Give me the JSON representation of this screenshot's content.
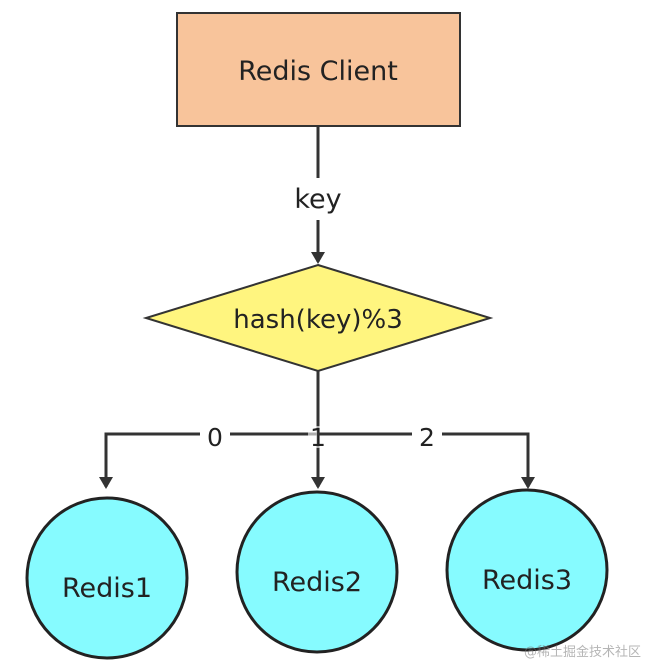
{
  "diagram": {
    "client": {
      "label": "Redis Client",
      "fill": "#f8c49b",
      "stroke": "#333333"
    },
    "hash_node": {
      "label": "hash(key)%3",
      "fill": "#fff57f",
      "stroke": "#333333"
    },
    "edge_labels": {
      "key": "key",
      "branch0": "0",
      "branch1": "1",
      "branch2": "2"
    },
    "servers": [
      {
        "label": "Redis1"
      },
      {
        "label": "Redis2"
      },
      {
        "label": "Redis3"
      }
    ],
    "server_fill": "#86fbff",
    "server_stroke": "#222222",
    "line_color": "#333333"
  },
  "watermark": {
    "text": "@稀土掘金技术社区"
  }
}
